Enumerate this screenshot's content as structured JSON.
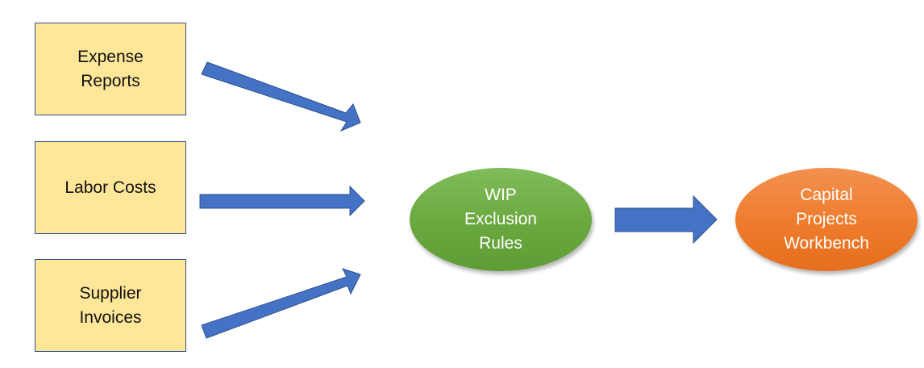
{
  "diagram": {
    "sources": [
      {
        "label": "Expense\nReports"
      },
      {
        "label": "Labor Costs"
      },
      {
        "label": "Supplier\nInvoices"
      }
    ],
    "processor": {
      "label": "WIP\nExclusion\nRules"
    },
    "destination": {
      "label": "Capital\nProjects\nWorkbench"
    },
    "colors": {
      "source_fill": "#ffe699",
      "source_border": "#2f528f",
      "arrow": "#4472c4",
      "processor_fill": "#70ad47",
      "destination_fill": "#ed7d31"
    },
    "edges": [
      {
        "from": "Expense Reports",
        "to": "WIP Exclusion Rules"
      },
      {
        "from": "Labor Costs",
        "to": "WIP Exclusion Rules"
      },
      {
        "from": "Supplier Invoices",
        "to": "WIP Exclusion Rules"
      },
      {
        "from": "WIP Exclusion Rules",
        "to": "Capital Projects Workbench"
      }
    ]
  }
}
